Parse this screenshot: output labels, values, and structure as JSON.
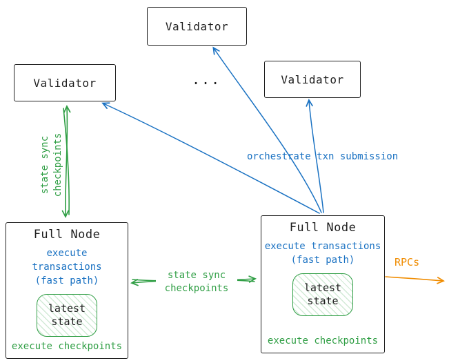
{
  "colors": {
    "ink": "#1e1e1e",
    "green": "#2f9e44",
    "blue": "#1971c2",
    "orange": "#f08c00"
  },
  "nodes": {
    "validator_top": {
      "label": "Validator"
    },
    "validator_left": {
      "label": "Validator"
    },
    "validator_right": {
      "label": "Validator"
    },
    "ellipsis": "...",
    "full_node_left": {
      "title": "Full Node",
      "exec_line1": "execute transactions",
      "exec_line2": "(fast path)",
      "state_line1": "latest",
      "state_line2": "state",
      "checkpoints": "execute checkpoints"
    },
    "full_node_right": {
      "title": "Full Node",
      "exec_line1": "execute transactions",
      "exec_line2": "(fast path)",
      "state_line1": "latest",
      "state_line2": "state",
      "checkpoints": "execute checkpoints"
    }
  },
  "edges": {
    "state_sync_left": {
      "line1": "state sync",
      "line2": "checkpoints"
    },
    "state_sync_middle": {
      "line1": "state sync",
      "line2": "checkpoints"
    },
    "orchestrate": {
      "label": "orchestrate txn submission"
    },
    "rpcs": {
      "label": "RPCs"
    }
  }
}
